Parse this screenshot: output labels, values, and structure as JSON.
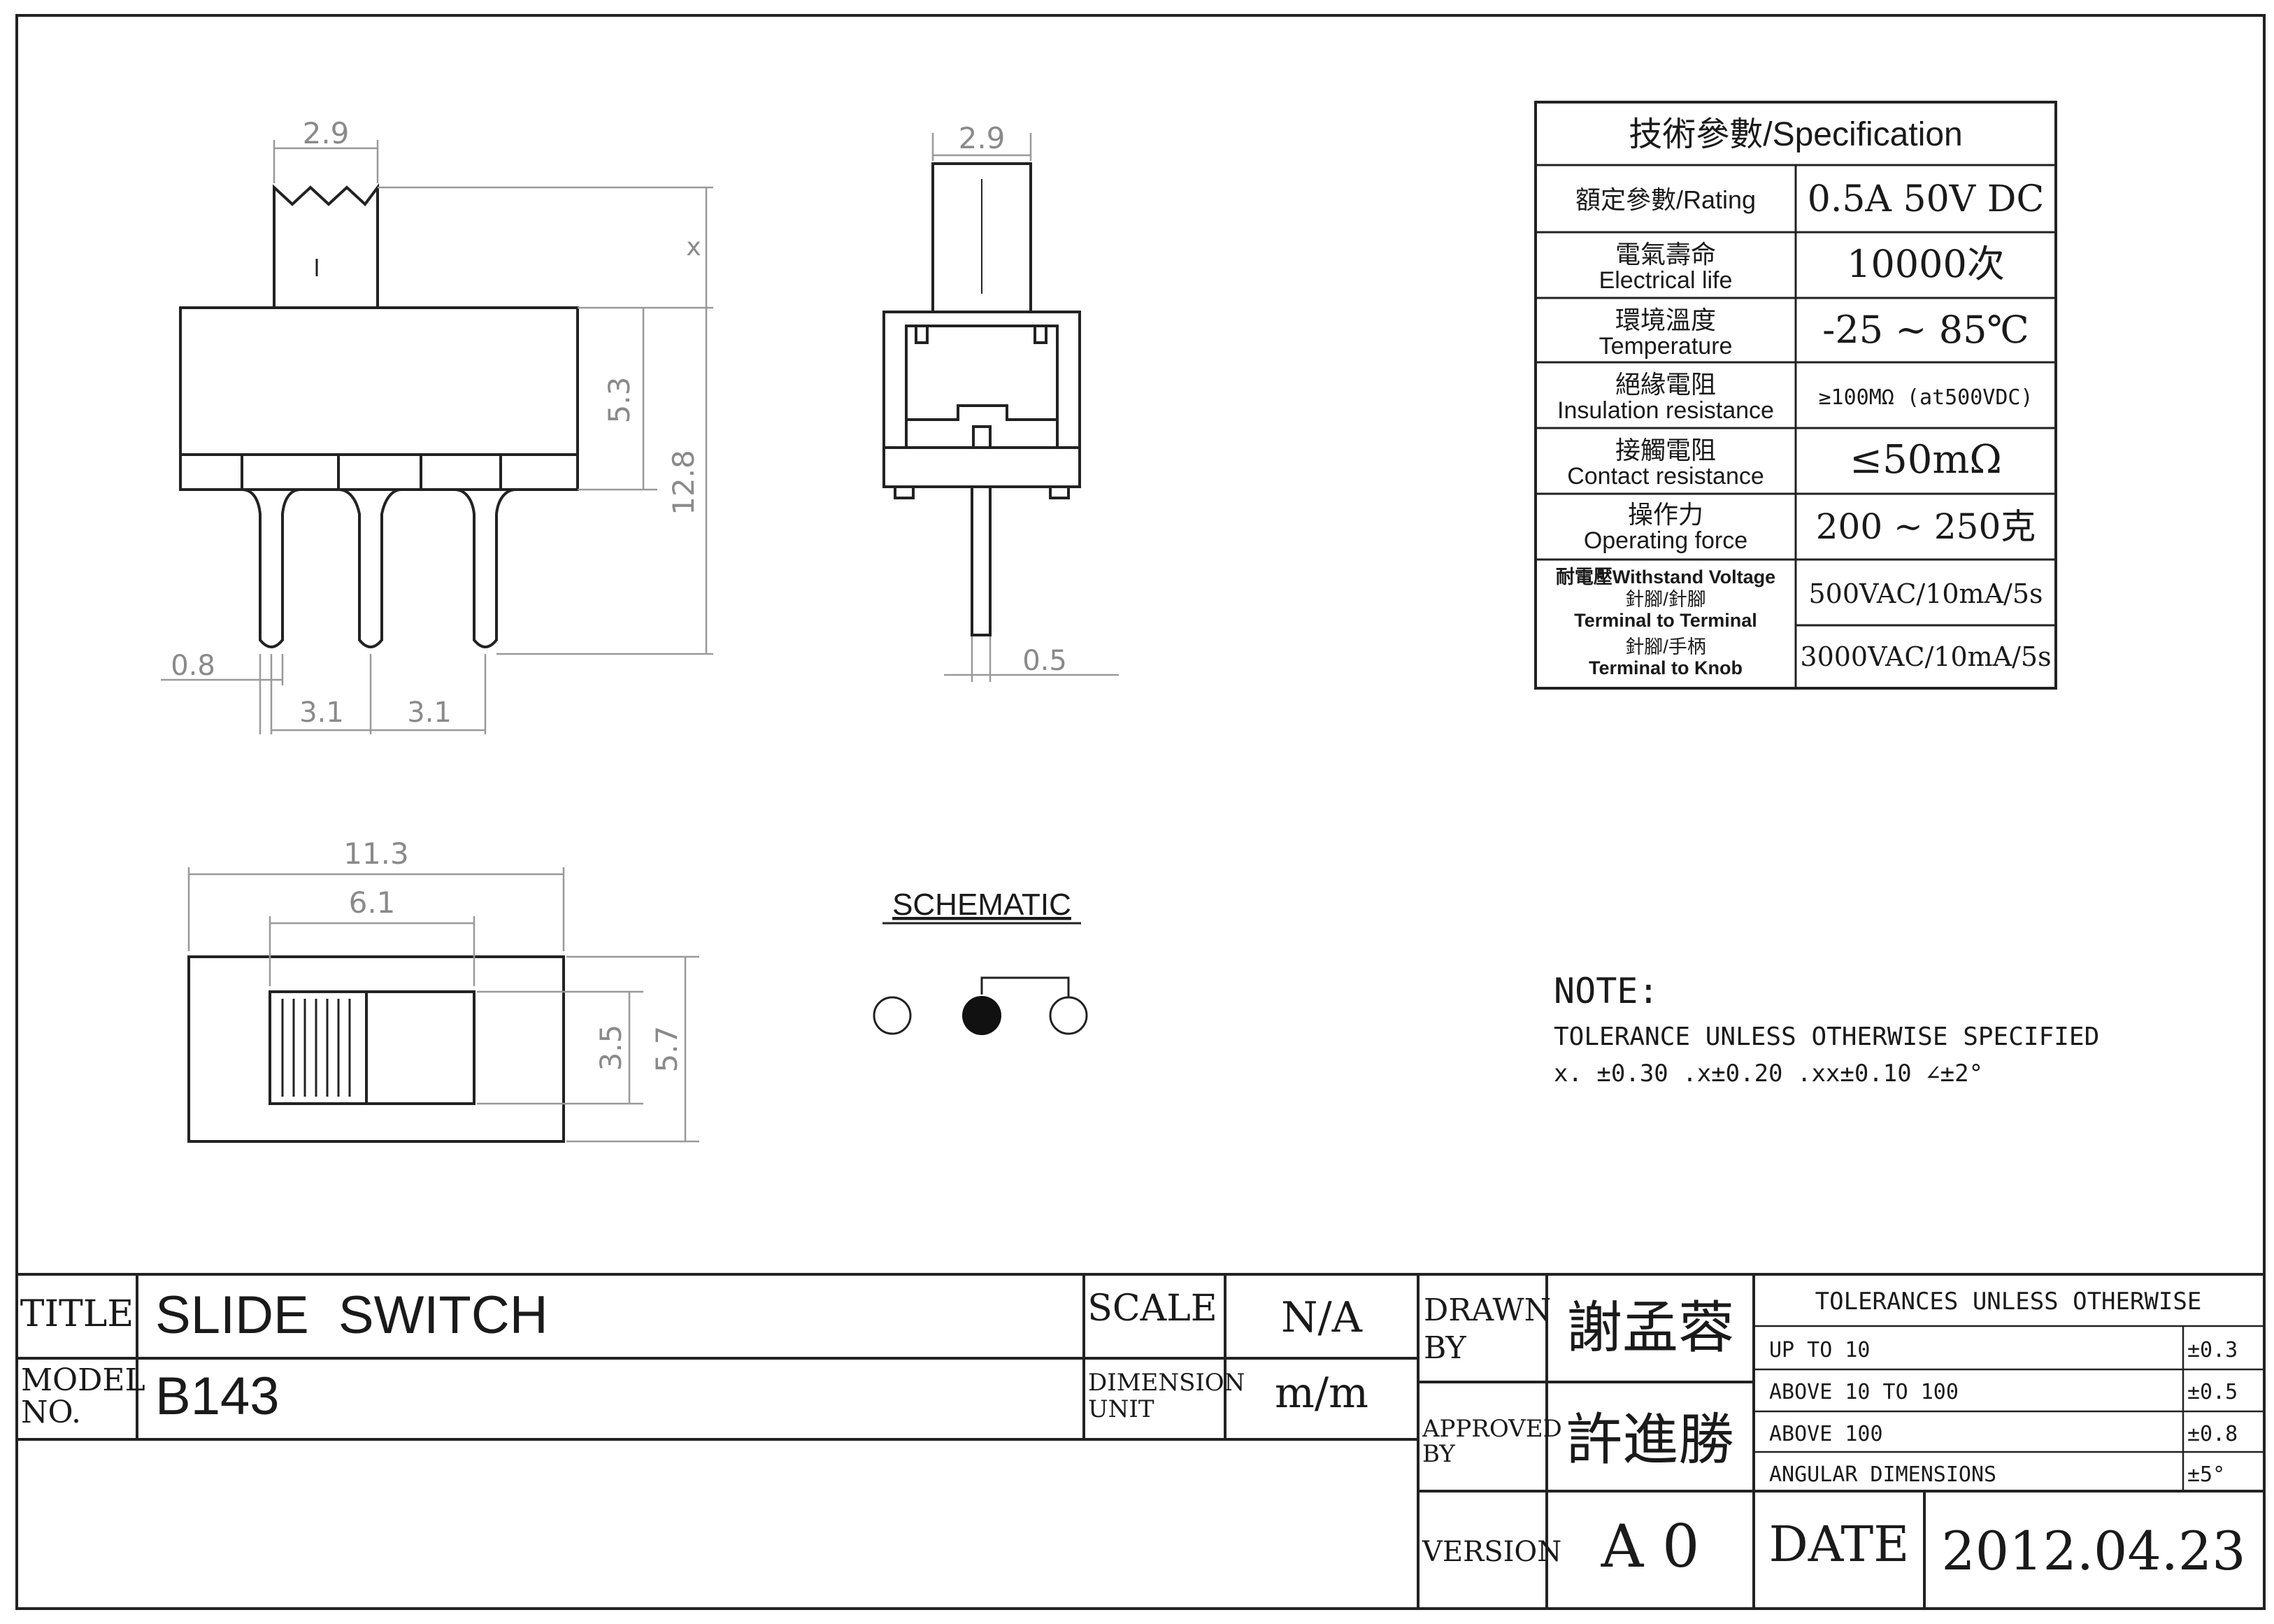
{
  "side_view": {
    "dim_knob_width": "2.9",
    "dim_x": "x",
    "dim_body_height": "5.3",
    "dim_total_height": "12.8",
    "dim_pin_width": "0.8",
    "dim_pitch_left": "3.1",
    "dim_pitch_right": "3.1"
  },
  "end_view": {
    "dim_knob_width": "2.9",
    "dim_pin_thickness": "0.5"
  },
  "top_view": {
    "dim_length": "11.3",
    "dim_travel": "6.1",
    "dim_knob_depth": "3.5",
    "dim_width": "5.7"
  },
  "schematic": {
    "label": "SCHEMATIC"
  },
  "spec_table": {
    "title": "技術參數/Specification",
    "rows": [
      {
        "label_zh": "額定參數/Rating",
        "label_en": "",
        "value": "0.5A 50V DC"
      },
      {
        "label_zh": "電氣壽命",
        "label_en": "Electrical life",
        "value": "10000次"
      },
      {
        "label_zh": "環境溫度",
        "label_en": "Temperature",
        "value": "-25 ~ 85℃"
      },
      {
        "label_zh": "絕緣電阻",
        "label_en": "Insulation resistance",
        "value": "≥100MΩ (at500VDC)"
      },
      {
        "label_zh": "接觸電阻",
        "label_en": "Contact resistance",
        "value": "≤50mΩ"
      },
      {
        "label_zh": "操作力",
        "label_en": "Operating force",
        "value": "200 ~ 250克"
      }
    ],
    "withstand": {
      "label": "耐電壓Withstand Voltage",
      "sub1_zh": "針腳/針腳",
      "sub1_en": "Terminal to Terminal",
      "value1": "500VAC/10mA/5s",
      "sub2_zh": "針腳/手柄",
      "sub2_en": "Terminal to Knob",
      "value2": "3000VAC/10mA/5s"
    }
  },
  "note": {
    "title": "NOTE:",
    "line1": "TOLERANCE UNLESS OTHERWISE SPECIFIED",
    "line2": "x. ±0.30 .x±0.20 .xx±0.10 ∠±2°"
  },
  "title_block": {
    "title_label": "TITLE",
    "title_value": "SLIDE  SWITCH",
    "model_label_1": "MODEL",
    "model_label_2": "NO.",
    "model_value": "B143",
    "scale_label": "SCALE",
    "scale_value": "N/A",
    "dim_unit_label_1": "DIMENSION",
    "dim_unit_label_2": "UNIT",
    "dim_unit_value": "m/m",
    "drawn_label_1": "DRAWN",
    "drawn_label_2": "BY",
    "drawn_value": "謝孟蓉",
    "approved_label_1": "APPROVED",
    "approved_label_2": "BY",
    "approved_value": "許進勝",
    "version_label": "VERSION",
    "version_value": "A 0",
    "tol_header": "TOLERANCES UNLESS OTHERWISE",
    "tol_rows": [
      {
        "range": "UP TO 10",
        "value": "±0.3"
      },
      {
        "range": "ABOVE 10 TO 100",
        "value": "±0.5"
      },
      {
        "range": "ABOVE 100",
        "value": "±0.8"
      },
      {
        "range": "ANGULAR DIMENSIONS",
        "value": "±5°"
      }
    ],
    "date_label": "DATE",
    "date_value": "2012.04.23"
  }
}
